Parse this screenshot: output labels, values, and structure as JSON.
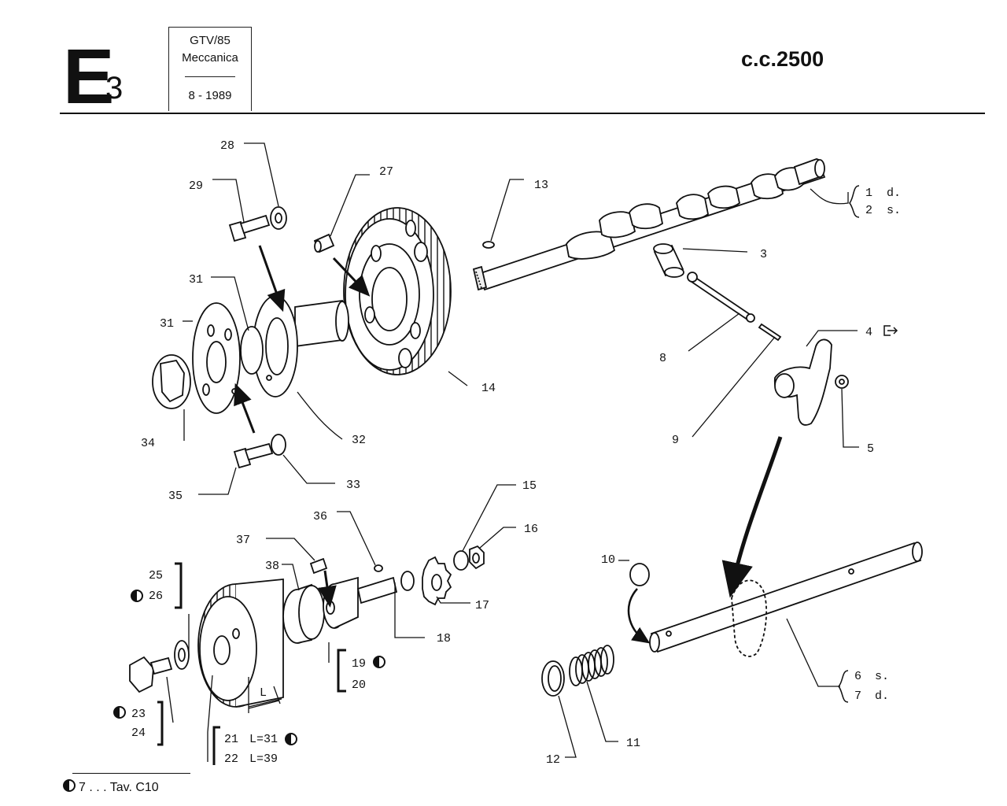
{
  "header": {
    "section_letter": "E",
    "section_number": "3",
    "model": "GTV/85",
    "category": "Meccanica",
    "date": "8 - 1989",
    "displacement": "c.c.2500"
  },
  "callouts": {
    "c1": "1",
    "c1s": "d.",
    "c2": "2",
    "c2s": "s.",
    "c3": "3",
    "c4": "4",
    "c5": "5",
    "c6": "6",
    "c6s": "s.",
    "c7": "7",
    "c7s": "d.",
    "c8": "8",
    "c9": "9",
    "c10": "10",
    "c11": "11",
    "c12": "12",
    "c13": "13",
    "c14": "14",
    "c15": "15",
    "c16": "16",
    "c17": "17",
    "c18": "18",
    "c19": "19",
    "c20": "20",
    "c21": "21",
    "c21s": "L=31",
    "c22": "22",
    "c22s": "L=39",
    "c23": "23",
    "c24": "24",
    "c25": "25",
    "c26": "26",
    "c27": "27",
    "c28": "28",
    "c29": "29",
    "c31a": "31",
    "c31b": "31",
    "c32": "32",
    "c33": "33",
    "c34": "34",
    "c35": "35",
    "c36": "36",
    "c37": "37",
    "c38": "38",
    "dim_L": "L"
  },
  "footer": {
    "note": "7 . . . Tav. C10"
  },
  "icons": {
    "half_circle_mark": "half-filled-circle-icon",
    "arrow_ref_mark": "arrow-reference-icon"
  }
}
